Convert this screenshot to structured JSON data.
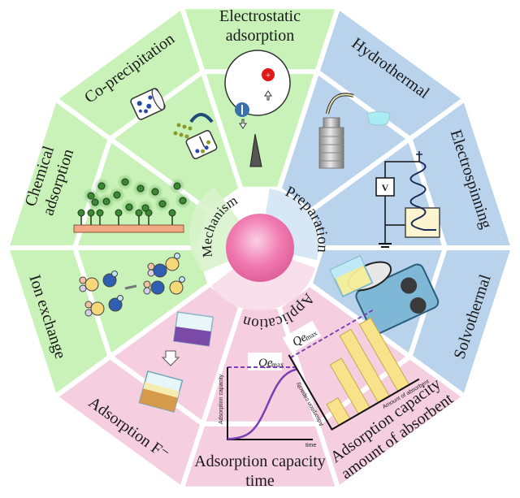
{
  "center": {
    "labels": {
      "mechanism": "Mechanism",
      "preparation": "Preparation",
      "application": "Application"
    }
  },
  "colors": {
    "mechanism": "#c9f2b8",
    "preparation": "#b9d3ec",
    "application": "#f5cfe0",
    "core": "#f07ab0",
    "divider": "#ffffff"
  },
  "sectors": [
    {
      "id": "electrostatic",
      "group": "mechanism",
      "lines": [
        "Electrostatic",
        "adsorption"
      ],
      "icon": "electrostatic-adsorption-icon"
    },
    {
      "id": "hydrothermal",
      "group": "preparation",
      "lines": [
        "Hydrothermal"
      ],
      "icon": "autoclave-icon"
    },
    {
      "id": "electrospinning",
      "group": "preparation",
      "lines": [
        "Electrospinning"
      ],
      "icon": "electrospinning-circuit-icon"
    },
    {
      "id": "solvothermal",
      "group": "preparation",
      "lines": [
        "Solvothermal"
      ],
      "icon": "hotplate-beaker-icon"
    },
    {
      "id": "capacity-amount",
      "group": "application",
      "lines": [
        "Adsorption capacity",
        "amount of absorbent"
      ],
      "icon": "bar-chart-icon"
    },
    {
      "id": "capacity-time",
      "group": "application",
      "lines": [
        "Adsorption capacity",
        "time"
      ],
      "icon": "line-chart-icon"
    },
    {
      "id": "fluoride",
      "group": "application",
      "lines": [
        "Adsorption F⁻"
      ],
      "icon": "beakers-icon"
    },
    {
      "id": "ion-exchange",
      "group": "mechanism",
      "lines": [
        "Ion exchange"
      ],
      "icon": "ion-exchange-icon"
    },
    {
      "id": "chemical",
      "group": "mechanism",
      "lines": [
        "Chemical",
        "adsorption"
      ],
      "icon": "surface-binding-icon"
    },
    {
      "id": "coprecip",
      "group": "mechanism",
      "lines": [
        "Co-precipitation"
      ],
      "icon": "precipitation-icon"
    }
  ],
  "mini_charts": {
    "time": {
      "qe_label": "Qe",
      "qe_sub": "max",
      "ylabel": "Adsorption capacity",
      "xlabel": "time"
    },
    "amount": {
      "qe_label": "Qe",
      "qe_sub": "max",
      "ylabel": "Adsorption capacity",
      "xlabel": "Amount of absorbent",
      "bars": [
        0.3,
        0.7,
        0.95,
        0.95
      ]
    }
  },
  "electro": {
    "voltmeter": "V"
  }
}
